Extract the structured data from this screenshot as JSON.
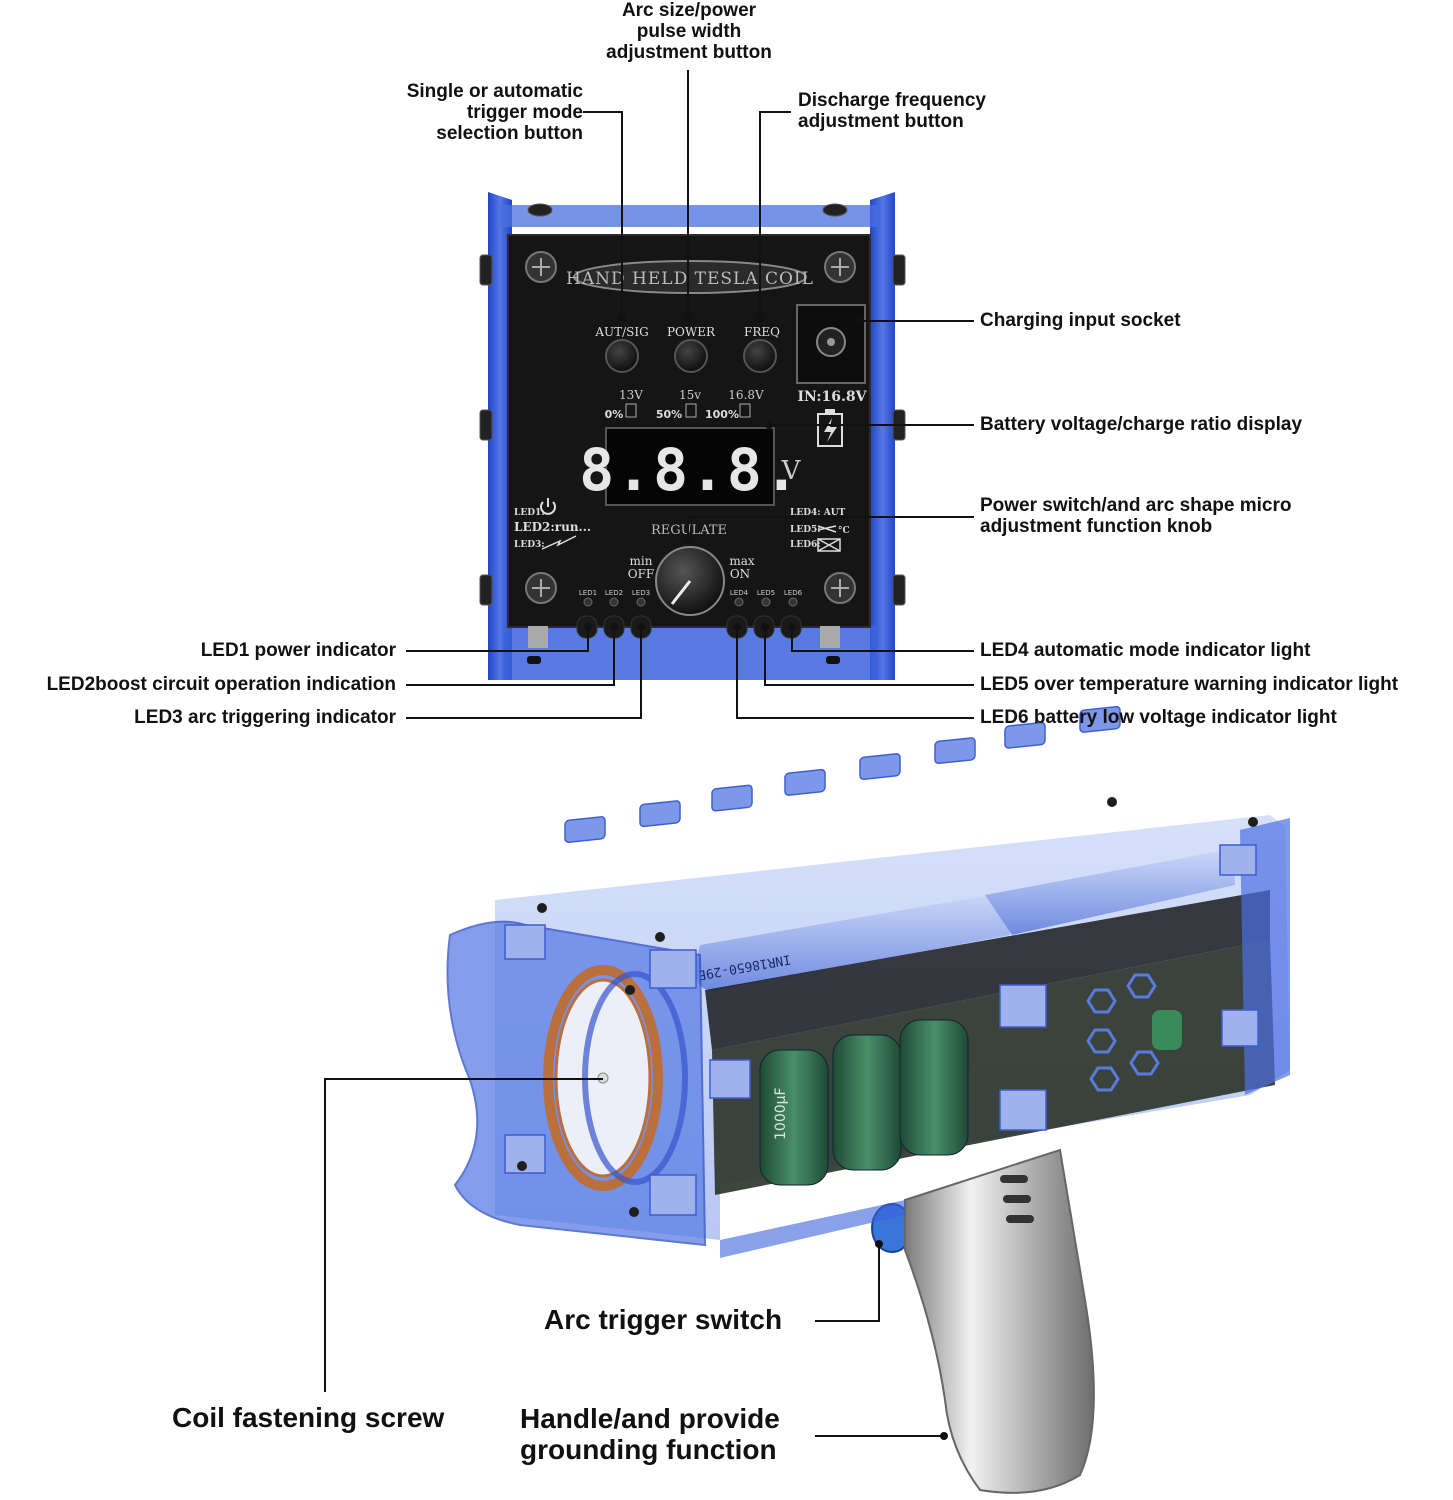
{
  "callouts": {
    "arc_power": "Arc size/power\npulse width\nadjustment button",
    "trigger_mode": "Single or automatic\ntrigger mode\nselection button",
    "discharge_freq": "Discharge frequency\nadjustment button",
    "charging_socket": "Charging input socket",
    "battery_display": "Battery voltage/charge ratio display",
    "power_knob": "Power switch/and arc shape micro\nadjustment function knob",
    "led1": "LED1 power indicator",
    "led2": "LED2boost circuit operation indication",
    "led3": "LED3 arc triggering indicator",
    "led4": "LED4 automatic mode indicator light",
    "led5": "LED5 over temperature warning indicator light",
    "led6": "LED6 battery low voltage indicator light",
    "arc_trigger": "Arc trigger switch",
    "coil_screw": "Coil fastening screw",
    "handle": "Handle/and provide\ngrounding function"
  },
  "panel": {
    "logo": "HAND HELD TESLA COIL",
    "btn_autsig": "AUT/SIG",
    "btn_power": "POWER",
    "btn_freq": "FREQ",
    "v13": "13V",
    "v15": "15v",
    "v168": "16.8V",
    "p0": "0%",
    "p50": "50%",
    "p100": "100%",
    "display": "8.8.8.",
    "unit": "V",
    "input": "IN:16.8V",
    "regulate": "REGULATE",
    "min": "min",
    "off": "OFF",
    "max": "max",
    "on": "ON",
    "led1_legend": "LED1:",
    "led2_legend": "LED2:run...",
    "led3_legend": "LED3:",
    "led4_legend": "LED4: AUT",
    "led5_legend": "LED5:",
    "led5_unit": "°C",
    "led6_legend": "LED6:",
    "led_labels": [
      "LED1",
      "LED2",
      "LED3",
      "LED4",
      "LED5",
      "LED6"
    ]
  },
  "device": {
    "battery_text": "INR18650-29E",
    "cap_text": "1000μF"
  },
  "colors": {
    "acrylic": "#2f54d8",
    "acrylic_light": "#9cb4f0",
    "panel": "#151515",
    "chrome": "#b8b8b8",
    "coil": "#b9703d",
    "capacitor": "#2e6b4a"
  },
  "icons": [
    "power-icon",
    "lightning-icon",
    "temperature-icon",
    "battery-low-icon",
    "battery-icon",
    "screw-icon"
  ]
}
